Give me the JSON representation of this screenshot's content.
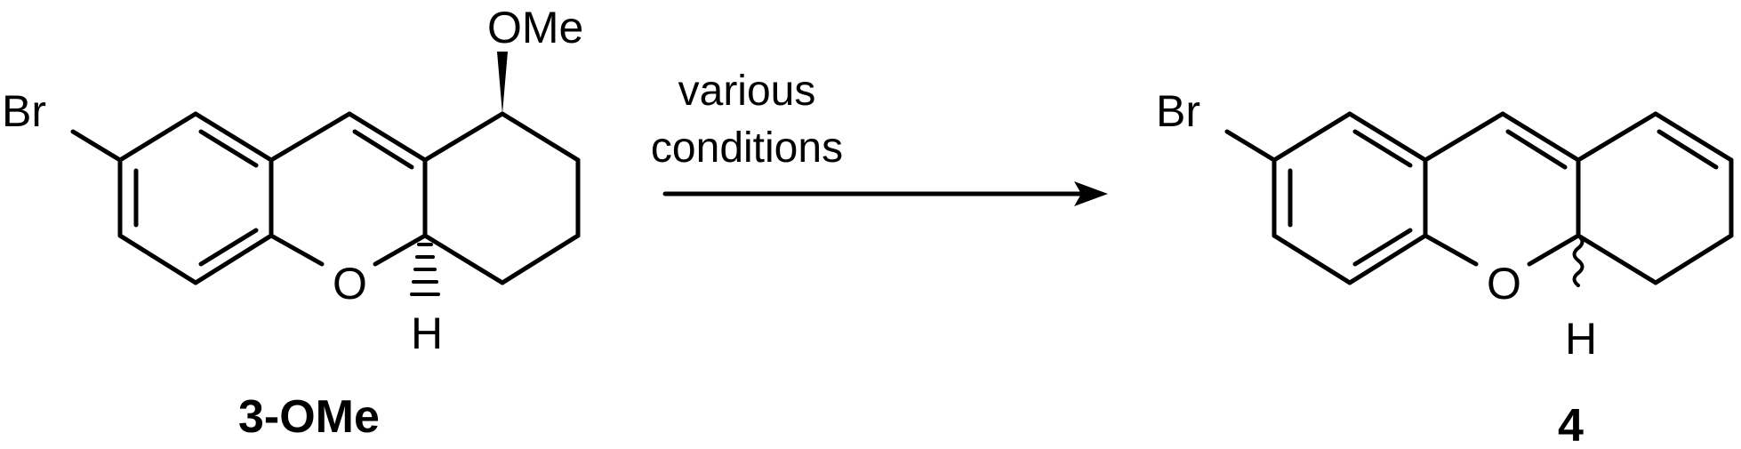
{
  "reactant": {
    "substituent_left": "Br",
    "substituent_top": "OMe",
    "ring_oxygen": "O",
    "stereo_hydrogen": "H",
    "compound_label": "3-OMe"
  },
  "reaction": {
    "condition_line1": "various",
    "condition_line2": "conditions"
  },
  "product": {
    "substituent_left": "Br",
    "ring_oxygen": "O",
    "stereo_hydrogen": "H",
    "compound_label": "4"
  }
}
